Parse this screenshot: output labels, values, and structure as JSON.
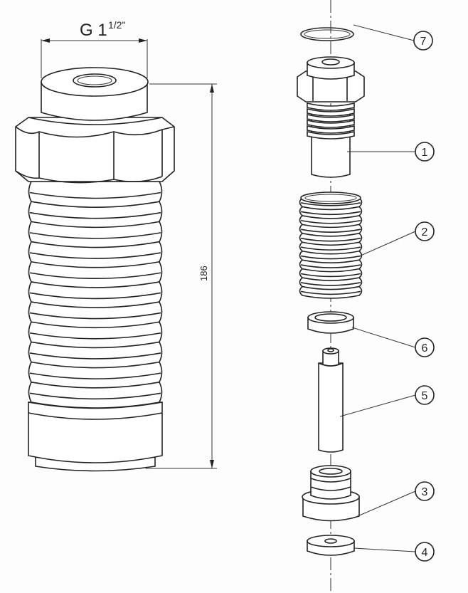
{
  "dimensions": {
    "thread_size": "G 1",
    "thread_fraction": "1/2\"",
    "length": "186"
  },
  "parts": [
    {
      "number": "1"
    },
    {
      "number": "2"
    },
    {
      "number": "3"
    },
    {
      "number": "4"
    },
    {
      "number": "5"
    },
    {
      "number": "6"
    },
    {
      "number": "7"
    }
  ],
  "colors": {
    "line": "#222222",
    "background": "#fdfdfd"
  }
}
